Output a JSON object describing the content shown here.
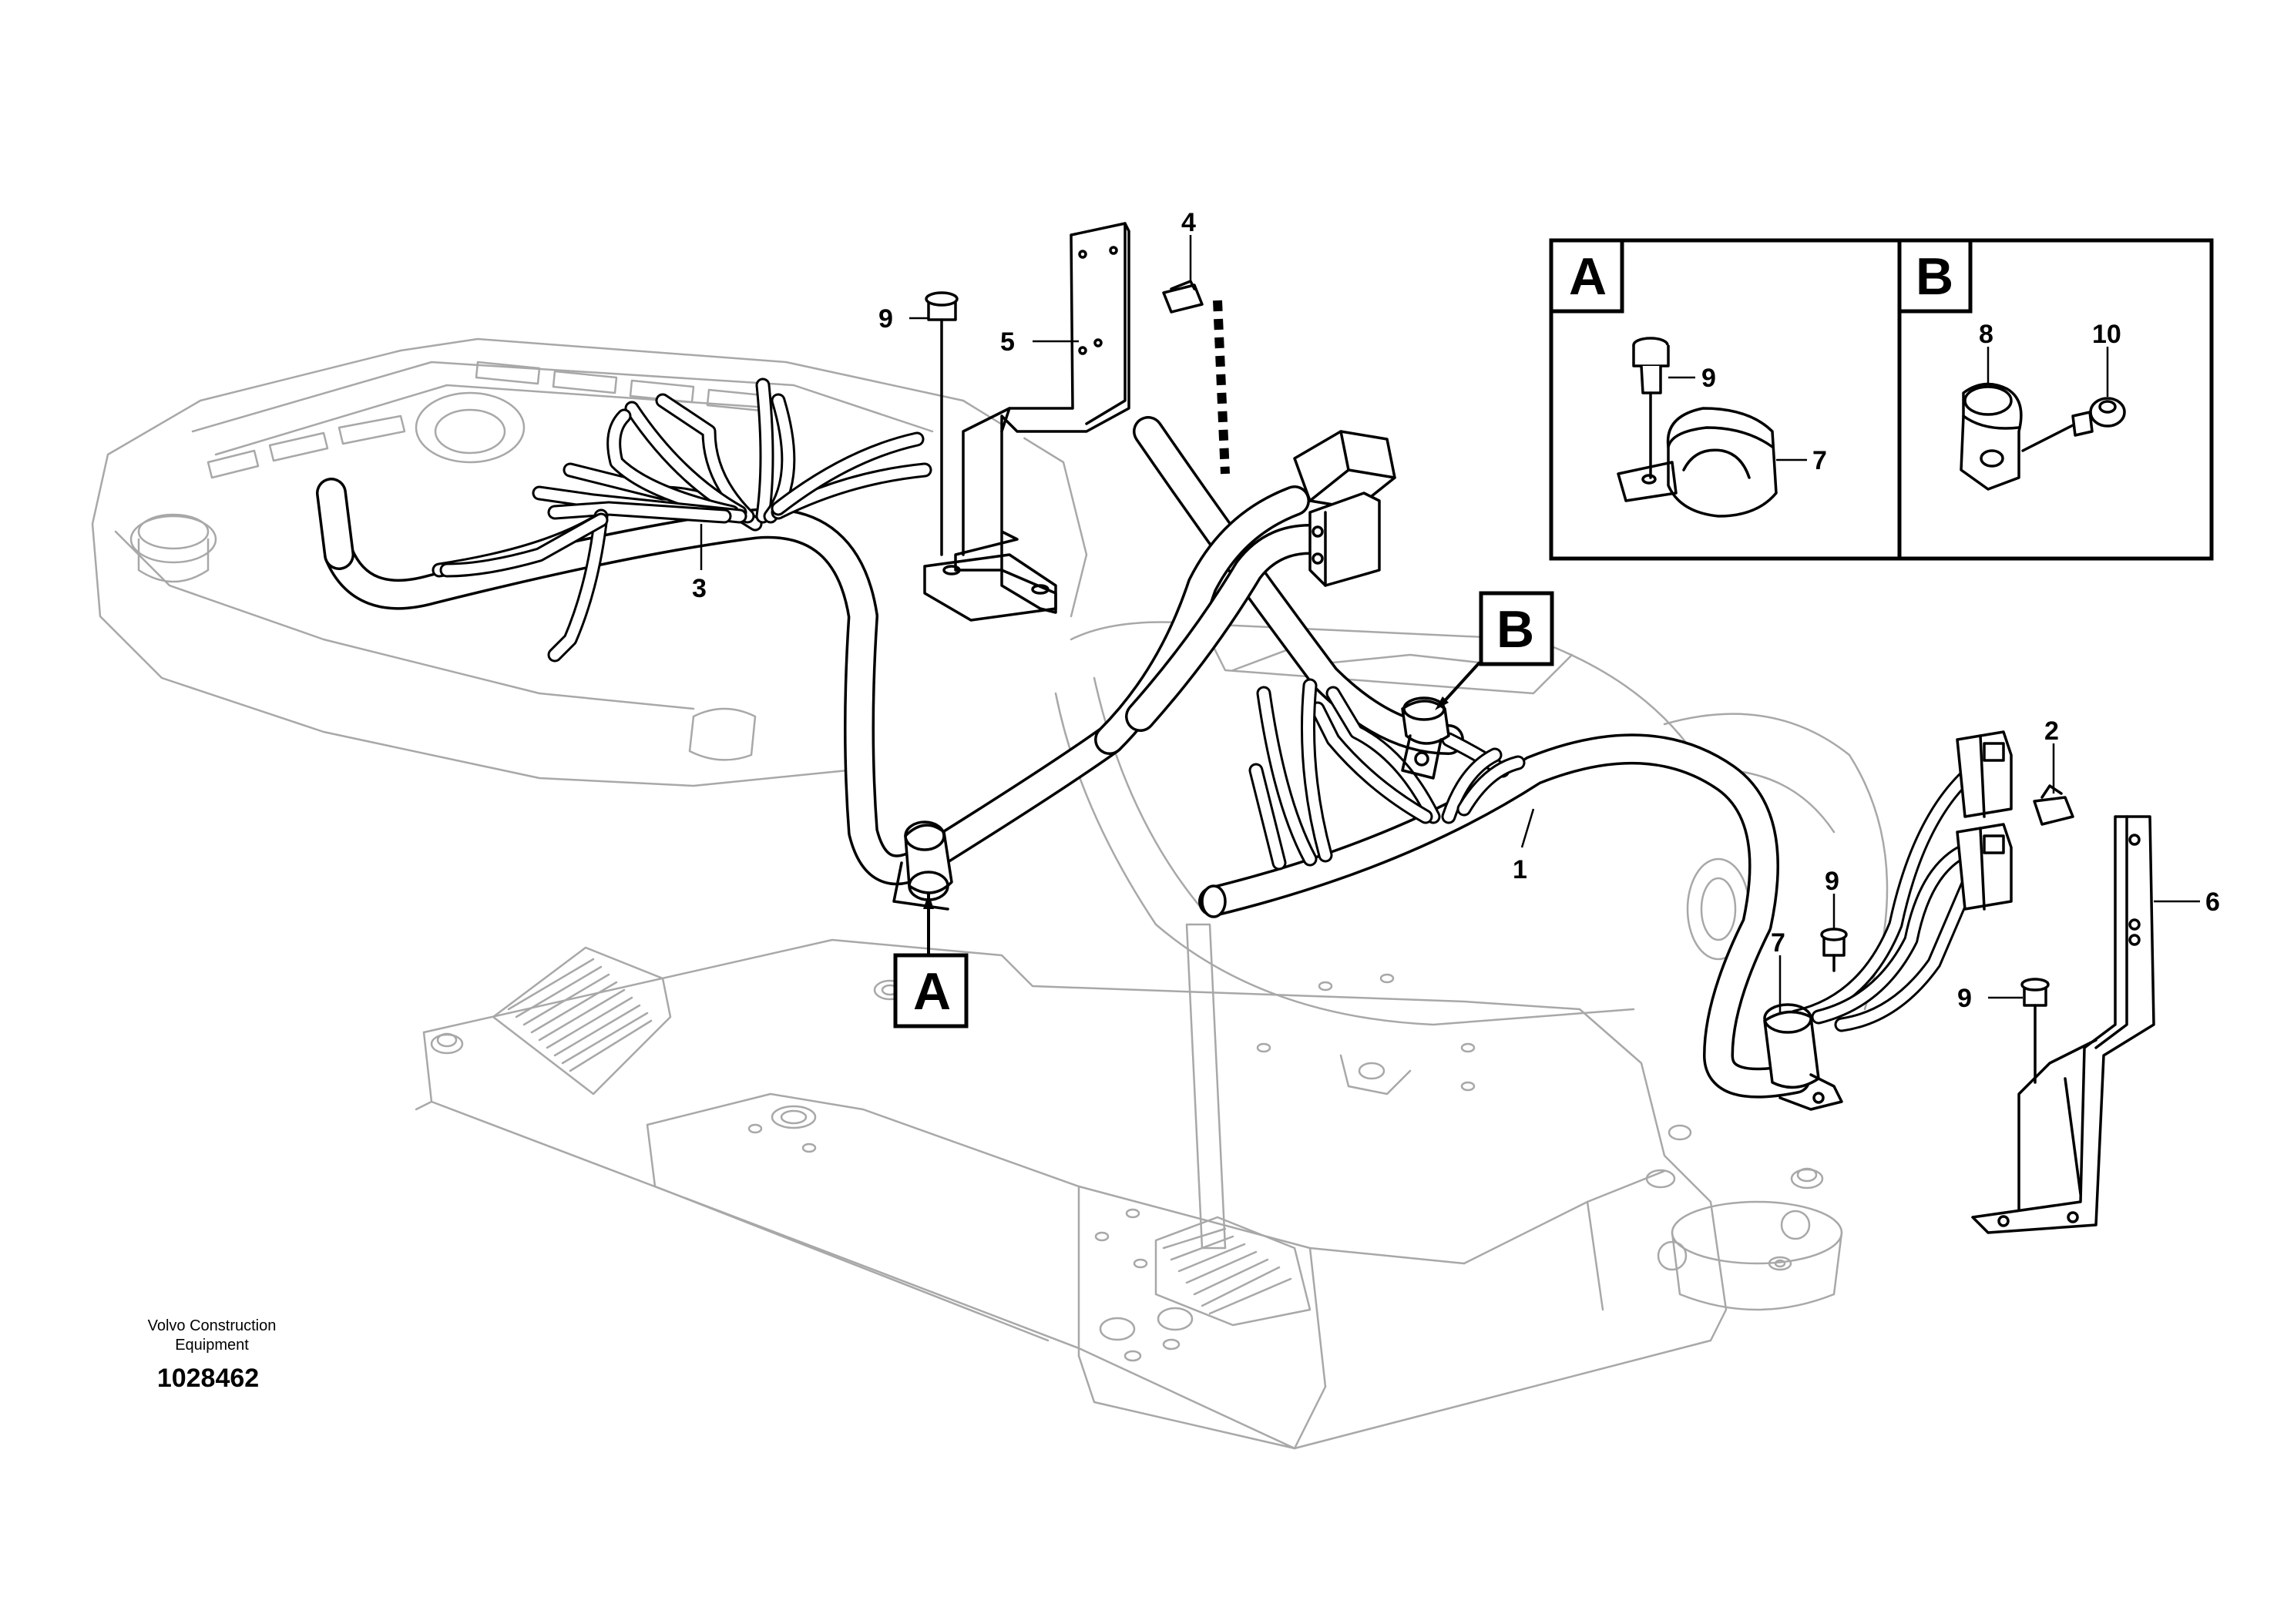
{
  "callouts": {
    "item_1": "1",
    "item_2": "2",
    "item_3": "3",
    "item_4": "4",
    "item_5": "5",
    "item_6": "6",
    "item_7": "7",
    "item_9": "9"
  },
  "detail_a": {
    "letter": "A",
    "items": {
      "bolt": "9",
      "clamp": "7"
    }
  },
  "detail_b": {
    "letter": "B",
    "items": {
      "clip": "8",
      "screw": "10"
    }
  },
  "view_tags": {
    "a": "A",
    "b": "B"
  },
  "caption": {
    "company_line1": "Volvo Construction",
    "company_line2": "Equipment",
    "document_number": "1028462"
  }
}
